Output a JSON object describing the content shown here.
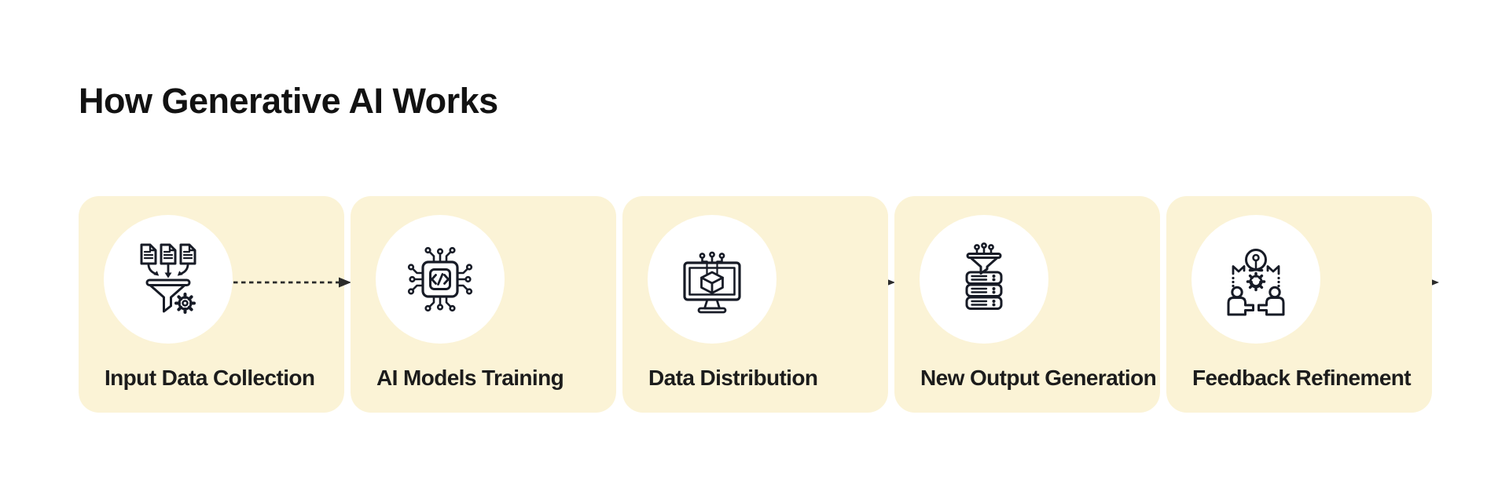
{
  "title": "How Generative AI Works",
  "steps": [
    {
      "label": "Input Data Collection",
      "icon": "documents-funnel-icon"
    },
    {
      "label": "AI Models Training",
      "icon": "ai-chip-icon"
    },
    {
      "label": "Data Distribution",
      "icon": "monitor-cube-icon"
    },
    {
      "label": "New Output Generation",
      "icon": "funnel-servers-icon"
    },
    {
      "label": "Feedback Refinement",
      "icon": "people-lightbulb-icon"
    }
  ],
  "connector": {
    "type": "dashed-arrow",
    "direction": "right",
    "count": 4
  },
  "colors": {
    "page_bg": "#FFFFFF",
    "card_bg": "#FBF3D6",
    "circle_bg": "#FFFFFF",
    "icon_stroke": "#171B26",
    "title_text": "#121212",
    "label_text": "#1C1C1C",
    "arrow": "#2B2B2B"
  }
}
